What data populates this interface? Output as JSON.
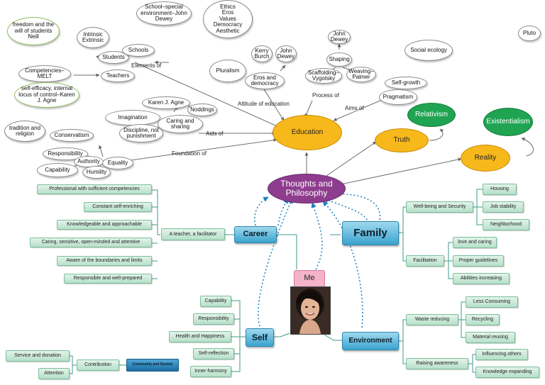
{
  "center": "Thoughts and Philosophy",
  "me": "Me",
  "education": {
    "label": "Education",
    "links": [
      "Elements of",
      "Attitude of education",
      "Process of",
      "Aims of",
      "Aids of",
      "Foundation of"
    ],
    "top_nodes": {
      "school_special": "School–special environment–John Dewey",
      "ethics": "Ethics\nEros\nValues\nDemocracy\nAesthetic",
      "freedom": "freedom and the will of students Neill",
      "intrinsic": "Intrinsic Extrinsic",
      "students": "Students",
      "schools": "Schools",
      "competencies": "Competencies–MELT",
      "self_efficacy": "self-efficacy, internal locus of control–Karen J. Agne",
      "teachers": "Teachers",
      "pluralism": "Pluralism",
      "kerry": "Kerry Burch",
      "john1": "John Dewey",
      "eros": "Eros and democracy",
      "john2": "John Dewey",
      "shaping": "Shaping",
      "scaffolding": "Scaffolding–Vygotsky",
      "weaving": "Weaving–Palmer",
      "self_growth": "Self-growth",
      "pragmatism": "Pragmatism",
      "social_ecology": "Social ecology",
      "pluto": "Pluto",
      "karen": "Karen J. Agne",
      "noddings": "Noddings",
      "imagination": "Imagination",
      "caring": "Caring and sharing",
      "discipline": "Discipline, not punishment",
      "tradition": "tradition and religion",
      "conservatism": "Conservatism",
      "responsibility": "Responsibility",
      "authority": "Authority",
      "equality": "Equality",
      "capability": "Capability",
      "humility": "Humility"
    }
  },
  "truth": "Truth",
  "reality": "Reality",
  "relativism": "Relativism",
  "existentialism": "Existentialism",
  "career": {
    "label": "Career",
    "sub": "A teacher, a facilitator",
    "items": [
      "Professional with sufficient competencies",
      "Constant self-enriching",
      "Knowledgeable and approachable",
      "Caring, sensitive, open-minded and attentive",
      "Aware of the boundaries and limits",
      "Responsible and well-prepared"
    ]
  },
  "family": {
    "label": "Family",
    "wellbeing": "Well-being and Security",
    "wellbeing_items": [
      "Housing",
      "Job stability",
      "Neighborhood"
    ],
    "facilitation": "Facilitation",
    "facilitation_items": [
      "love and caring",
      "Proper guidelines",
      "Abilities increasing"
    ]
  },
  "self": {
    "label": "Self",
    "items": [
      "Capability",
      "Responsibility",
      "Health and Happiness",
      "Self-reflection",
      "Inner-harmony"
    ],
    "community": "Community and Society",
    "contribution": "Contribution",
    "contribution_items": [
      "Service and donation",
      "Attention"
    ]
  },
  "environment": {
    "label": "Environment",
    "waste": "Waste reducing",
    "waste_items": [
      "Less Consuming",
      "Recycling",
      "Material reusing"
    ],
    "raising": "Raising awareness",
    "raising_items": [
      "Influencing others",
      "Knowledge expanding"
    ]
  }
}
